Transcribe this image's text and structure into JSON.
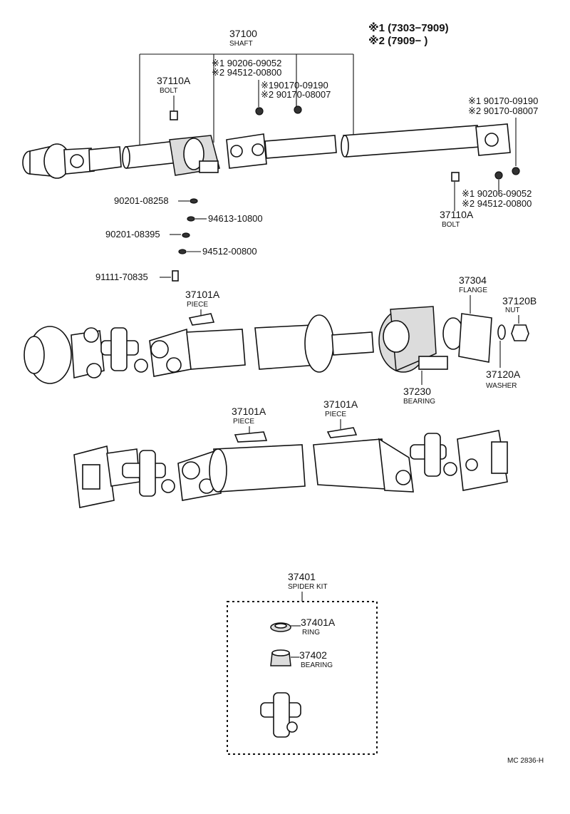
{
  "legend": {
    "row1": "※1 (7303−7909)",
    "row2": "※2 (7909−       )"
  },
  "top": {
    "shaft_num": "37100",
    "shaft_name": "SHAFT",
    "bolt_left_num": "37110A",
    "bolt_left_name": "BOLT",
    "note_top_a1": "※1 90206-09052",
    "note_top_a2": "※2 94512-00800",
    "note_top_b1": "※190170-09190",
    "note_top_b2": "※2 90170-08007",
    "note_right_1": "※1 90170-09190",
    "note_right_2": "※2 90170-08007",
    "note_right_3": "※1 90206-09052",
    "note_right_4": "※2 94512-00800",
    "bolt_right_num": "37110A",
    "bolt_right_name": "BOLT"
  },
  "small_parts": [
    "90201-08258",
    "94613-10800",
    "90201-08395",
    "94512-00800",
    "91111-70835"
  ],
  "middle": {
    "piece_num": "37101A",
    "piece_name": "PIECE",
    "flange_num": "37304",
    "flange_name": "FLANGE",
    "nut_num": "37120B",
    "nut_name": "NUT",
    "washer_num": "37120A",
    "washer_name": "WASHER",
    "bearing_num": "37230",
    "bearing_name": "BEARING"
  },
  "lower": {
    "piece1_num": "37101A",
    "piece1_name": "PIECE",
    "piece2_num": "37101A",
    "piece2_name": "PIECE"
  },
  "kit": {
    "num": "37401",
    "name": "SPIDER KIT",
    "ring_num": "37401A",
    "ring_name": "RING",
    "bearing_num": "37402",
    "bearing_name": "BEARING"
  },
  "footer_code": "MC 2836-H"
}
